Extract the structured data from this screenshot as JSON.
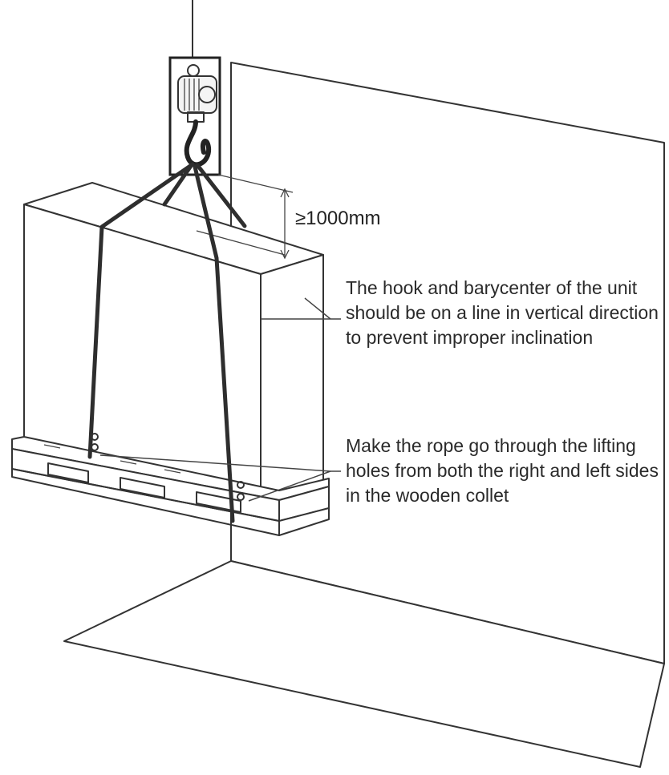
{
  "annotations": {
    "clearance": "≥1000mm",
    "hook_note": "The hook and barycenter of the unit should be on a line in vertical direction to prevent improper inclination",
    "rope_note": "Make the rope go through the lifting holes from both the right and left sides in the wooden collet"
  },
  "colors": {
    "line": "#333333",
    "text": "#2a2a2a",
    "background": "#ffffff"
  },
  "icons": [
    "crane-hook-icon",
    "lifting-rope-icon",
    "outdoor-unit-icon",
    "wooden-pallet-icon"
  ]
}
